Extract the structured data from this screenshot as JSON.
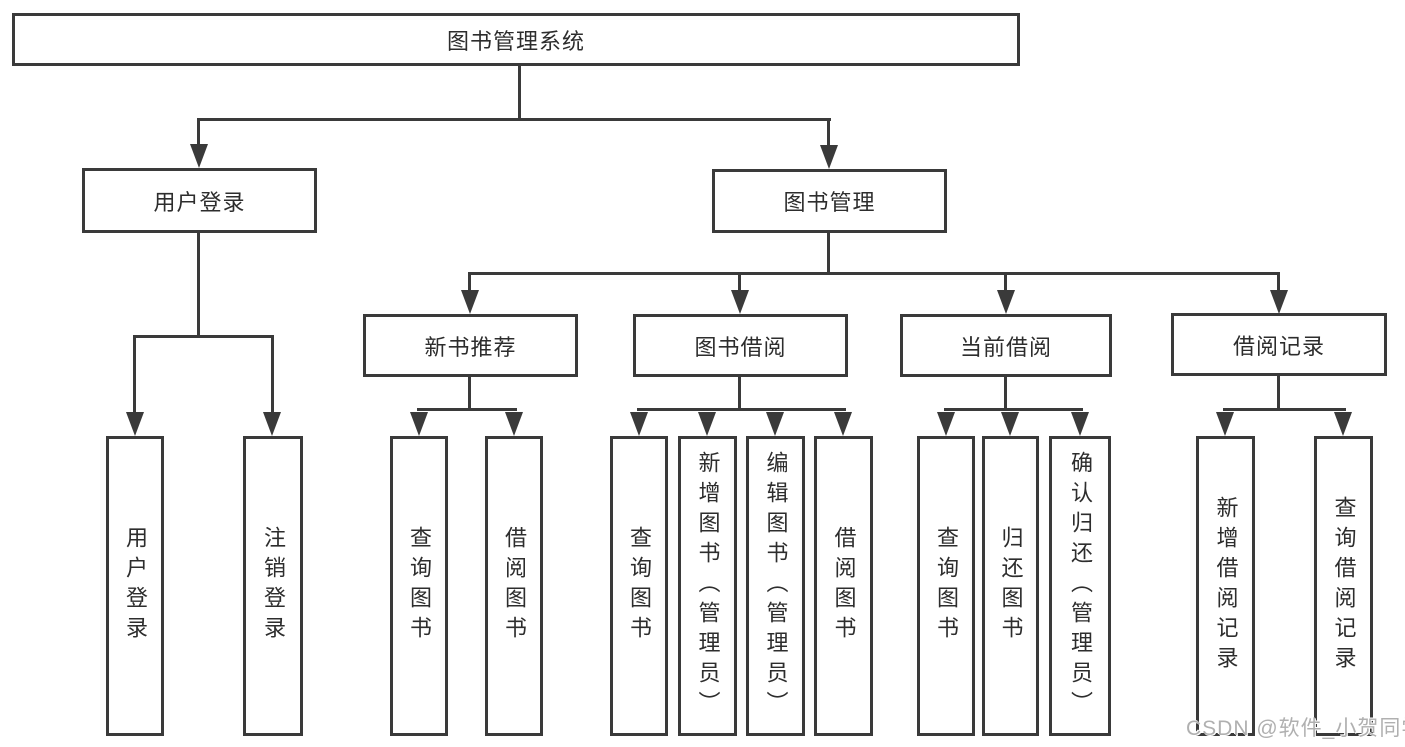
{
  "tree": {
    "label": "图书管理系统",
    "children": [
      {
        "label": "用户登录",
        "children": [
          {
            "label": "用户登录"
          },
          {
            "label": "注销登录"
          }
        ]
      },
      {
        "label": "图书管理",
        "children": [
          {
            "label": "新书推荐",
            "children": [
              {
                "label": "查询图书"
              },
              {
                "label": "借阅图书"
              }
            ]
          },
          {
            "label": "图书借阅",
            "children": [
              {
                "label": "查询图书"
              },
              {
                "label": "新增图书（管理员）"
              },
              {
                "label": "编辑图书（管理员）"
              },
              {
                "label": "借阅图书"
              }
            ]
          },
          {
            "label": "当前借阅",
            "children": [
              {
                "label": "查询图书"
              },
              {
                "label": "归还图书"
              },
              {
                "label": "确认归还（管理员）"
              }
            ]
          },
          {
            "label": "借阅记录",
            "children": [
              {
                "label": "新增借阅记录"
              },
              {
                "label": "查询借阅记录"
              }
            ]
          }
        ]
      }
    ]
  },
  "watermark": {
    "text": "CSDN @软件_小贺同学"
  },
  "colors": {
    "line": "#3a3a3a",
    "text": "#2d2d2d",
    "background": "#ffffff",
    "watermark": "#b0b0b0"
  }
}
